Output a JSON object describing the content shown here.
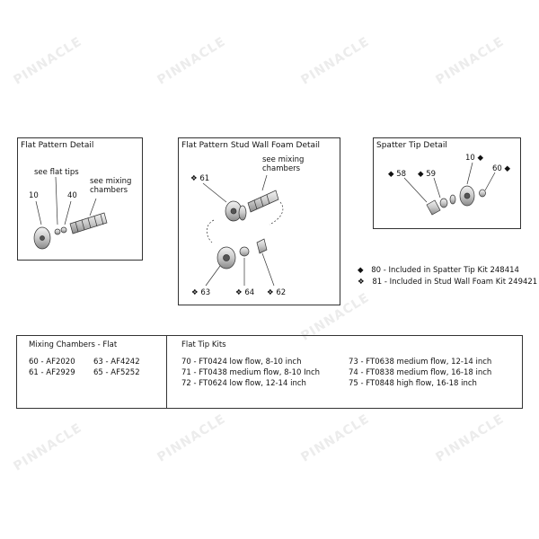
{
  "watermark_text": "PINNACLE",
  "flat_pattern": {
    "title": "Flat Pattern Detail",
    "label_see_flat_tips": "see flat tips",
    "label_see_mixing": "see mixing chambers",
    "label_10": "10",
    "label_40": "40"
  },
  "stud_wall": {
    "title": "Flat Pattern Stud Wall Foam Detail",
    "label_61": "❖ 61",
    "label_see_mixing": "see mixing chambers",
    "label_63": "❖ 63",
    "label_64": "❖ 64",
    "label_62": "❖ 62"
  },
  "spatter": {
    "title": "Spatter Tip Detail",
    "label_10": "10 ◆",
    "label_58": "◆ 58",
    "label_59": "◆ 59",
    "label_60": "60 ◆"
  },
  "legend": [
    {
      "symbol": "◆",
      "text": "80 - Included in Spatter Tip Kit 248414"
    },
    {
      "symbol": "❖",
      "text": "81 - Included in Stud Wall Foam Kit 249421"
    }
  ],
  "mixing_chambers": {
    "heading": "Mixing Chambers - Flat",
    "col1": [
      "60 - AF2020",
      "61 - AF2929"
    ],
    "col2": [
      "63 - AF4242",
      "65 - AF5252"
    ]
  },
  "flat_tip_kits": {
    "heading": "Flat Tip Kits",
    "col1": [
      "70 - FT0424 low flow, 8-10 inch",
      "71 - FT0438 medium flow, 8-10 Inch",
      "72 - FT0624 low flow, 12-14 inch"
    ],
    "col2": [
      "73 - FT0638 medium flow, 12-14 inch",
      "74 - FT0838 medium flow, 16-18 inch",
      "75 - FT0848 high flow, 16-18 inch"
    ]
  }
}
